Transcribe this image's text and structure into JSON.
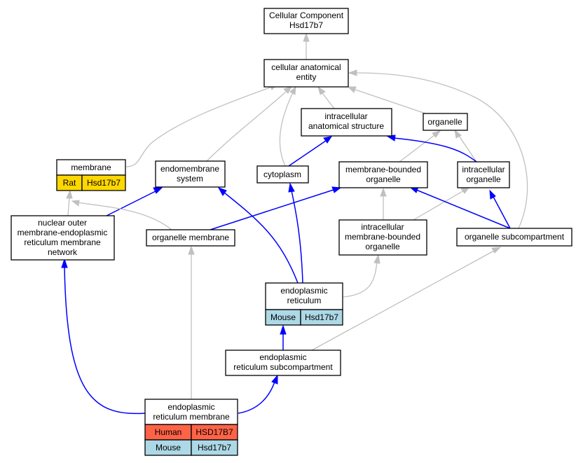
{
  "nodes": {
    "cellular_component": [
      "Cellular Component",
      "Hsd17b7"
    ],
    "cellular_anatomical_entity": [
      "cellular anatomical",
      "entity"
    ],
    "intracellular_anatomical_structure": [
      "intracellular",
      "anatomical structure"
    ],
    "organelle": [
      "organelle"
    ],
    "membrane": [
      "membrane"
    ],
    "endomembrane_system": [
      "endomembrane",
      "system"
    ],
    "cytoplasm": [
      "cytoplasm"
    ],
    "membrane_bounded_organelle": [
      "membrane-bounded",
      "organelle"
    ],
    "intracellular_organelle": [
      "intracellular",
      "organelle"
    ],
    "nuclear_outer_membrane_er_network": [
      "nuclear outer",
      "membrane-endoplasmic",
      "reticulum membrane",
      "network"
    ],
    "organelle_membrane": [
      "organelle membrane"
    ],
    "intracellular_membrane_bounded_organelle": [
      "intracellular",
      "membrane-bounded",
      "organelle"
    ],
    "organelle_subcompartment": [
      "organelle subcompartment"
    ],
    "endoplasmic_reticulum": [
      "endoplasmic",
      "reticulum"
    ],
    "er_subcompartment": [
      "endoplasmic",
      "reticulum subcompartment"
    ],
    "er_membrane": [
      "endoplasmic",
      "reticulum membrane"
    ]
  },
  "annotations": {
    "membrane": [
      {
        "species": "Rat",
        "gene": "Hsd17b7"
      }
    ],
    "endoplasmic_reticulum": [
      {
        "species": "Mouse",
        "gene": "Hsd17b7"
      }
    ],
    "er_membrane": [
      {
        "species": "Human",
        "gene": "HSD17B7"
      },
      {
        "species": "Mouse",
        "gene": "Hsd17b7"
      }
    ]
  },
  "colors": {
    "Rat": "#ffd700",
    "Mouse": "#add8e6",
    "Human": "#ff6347",
    "is_a_edge": "#c0c0c0",
    "part_of_edge": "#0000ff"
  }
}
